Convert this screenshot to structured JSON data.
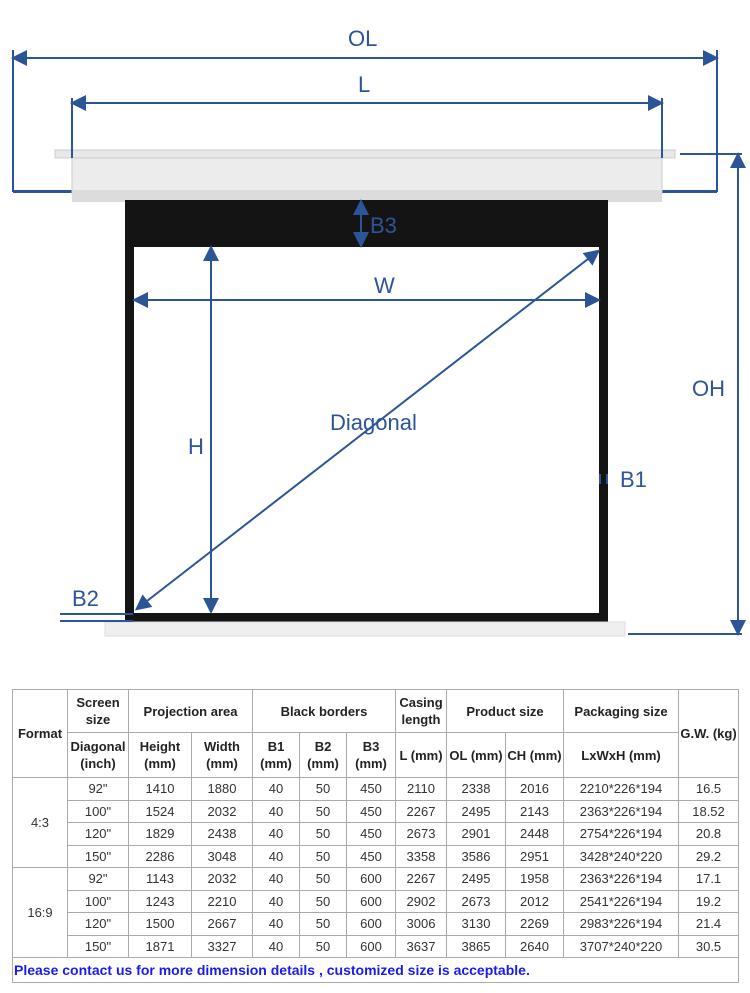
{
  "diagram": {
    "labels": {
      "ol": "OL",
      "l": "L",
      "b3": "B3",
      "w": "W",
      "diagonal": "Diagonal",
      "h": "H",
      "oh": "OH",
      "b1": "B1",
      "b2": "B2"
    },
    "accent_color": "#2b5597"
  },
  "table": {
    "headers": {
      "format": "Format",
      "screen_size": "Screen size",
      "projection_area": "Projection area",
      "black_borders": "Black borders",
      "casing_length": "Casing length",
      "product_size": "Product size",
      "packaging_size": "Packaging size",
      "gw": "G.W. (kg)",
      "diagonal": "Diagonal (inch)",
      "height": "Height (mm)",
      "width": "Width (mm)",
      "b1": "B1 (mm)",
      "b2": "B2 (mm)",
      "b3": "B3 (mm)",
      "l": "L (mm)",
      "ol": "OL (mm)",
      "ch": "CH (mm)",
      "lwh": "LxWxH (mm)"
    },
    "groups": [
      {
        "format": "4:3",
        "rows": [
          [
            "92\"",
            "1410",
            "1880",
            "40",
            "50",
            "450",
            "2110",
            "2338",
            "2016",
            "2210*226*194",
            "16.5"
          ],
          [
            "100\"",
            "1524",
            "2032",
            "40",
            "50",
            "450",
            "2267",
            "2495",
            "2143",
            "2363*226*194",
            "18.52"
          ],
          [
            "120\"",
            "1829",
            "2438",
            "40",
            "50",
            "450",
            "2673",
            "2901",
            "2448",
            "2754*226*194",
            "20.8"
          ],
          [
            "150\"",
            "2286",
            "3048",
            "40",
            "50",
            "450",
            "3358",
            "3586",
            "2951",
            "3428*240*220",
            "29.2"
          ]
        ]
      },
      {
        "format": "16:9",
        "rows": [
          [
            "92\"",
            "1143",
            "2032",
            "40",
            "50",
            "600",
            "2267",
            "2495",
            "1958",
            "2363*226*194",
            "17.1"
          ],
          [
            "100\"",
            "1243",
            "2210",
            "40",
            "50",
            "600",
            "2902",
            "2673",
            "2012",
            "2541*226*194",
            "19.2"
          ],
          [
            "120\"",
            "1500",
            "2667",
            "40",
            "50",
            "600",
            "3006",
            "3130",
            "2269",
            "2983*226*194",
            "21.4"
          ],
          [
            "150\"",
            "1871",
            "3327",
            "40",
            "50",
            "600",
            "3637",
            "3865",
            "2640",
            "3707*240*220",
            "30.5"
          ]
        ]
      }
    ],
    "footer": "Please contact us for more dimension details , customized size is acceptable."
  }
}
